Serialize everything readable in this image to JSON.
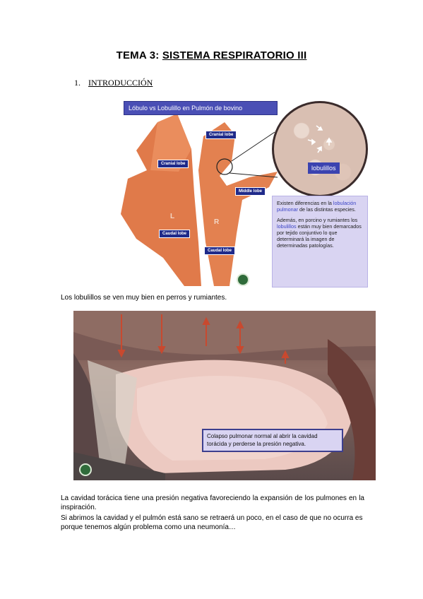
{
  "title": {
    "prefix": "TEMA 3: ",
    "main": "SISTEMA RESPIRATORIO III"
  },
  "section": {
    "number": "1.",
    "label": "INTRODUCCIÓN"
  },
  "figure1": {
    "title": "Lóbulo vs Lobulillo en Pulmón de bovino",
    "labels": {
      "cranial_left": "Cranial lobe",
      "cranial_right": "Cranial lobe",
      "middle": "Middle lobe",
      "caudal_left": "Caudal lobe",
      "caudal_right": "Caudal lobe",
      "left": "L",
      "right": "R"
    },
    "magnifier_label": "lobulillos",
    "info": {
      "p1_a": "Existen diferencias en la ",
      "p1_hl": "lobulación pulmonar",
      "p1_b": " de las distintas especies.",
      "p2_a": "Además, en porcino y rumiantes los ",
      "p2_hl": "lobulillos",
      "p2_b": " están muy bien demarcados por tejido conjuntivo lo que determinará la imagen de determinadas patologías."
    }
  },
  "caption1": "Los lobulillos se ven muy bien en perros y rumiantes.",
  "figure2": {
    "callout": "Colapso pulmonar normal al abrir la cavidad torácida y perderse la presión negativa."
  },
  "paragraph1": "La cavidad torácica tiene una presión negativa favoreciendo la expansión de los pulmones en la inspiración.",
  "paragraph2": "Si abrimos la cavidad y el pulmón está sano se retraerá un poco, en el caso de que no ocurra es porque tenemos algún problema como una neumonía…",
  "colors": {
    "accent": "#3a44c4",
    "tag": "#1f2a8a",
    "lung": "#e07a4a",
    "box": "#d9d4f2"
  }
}
